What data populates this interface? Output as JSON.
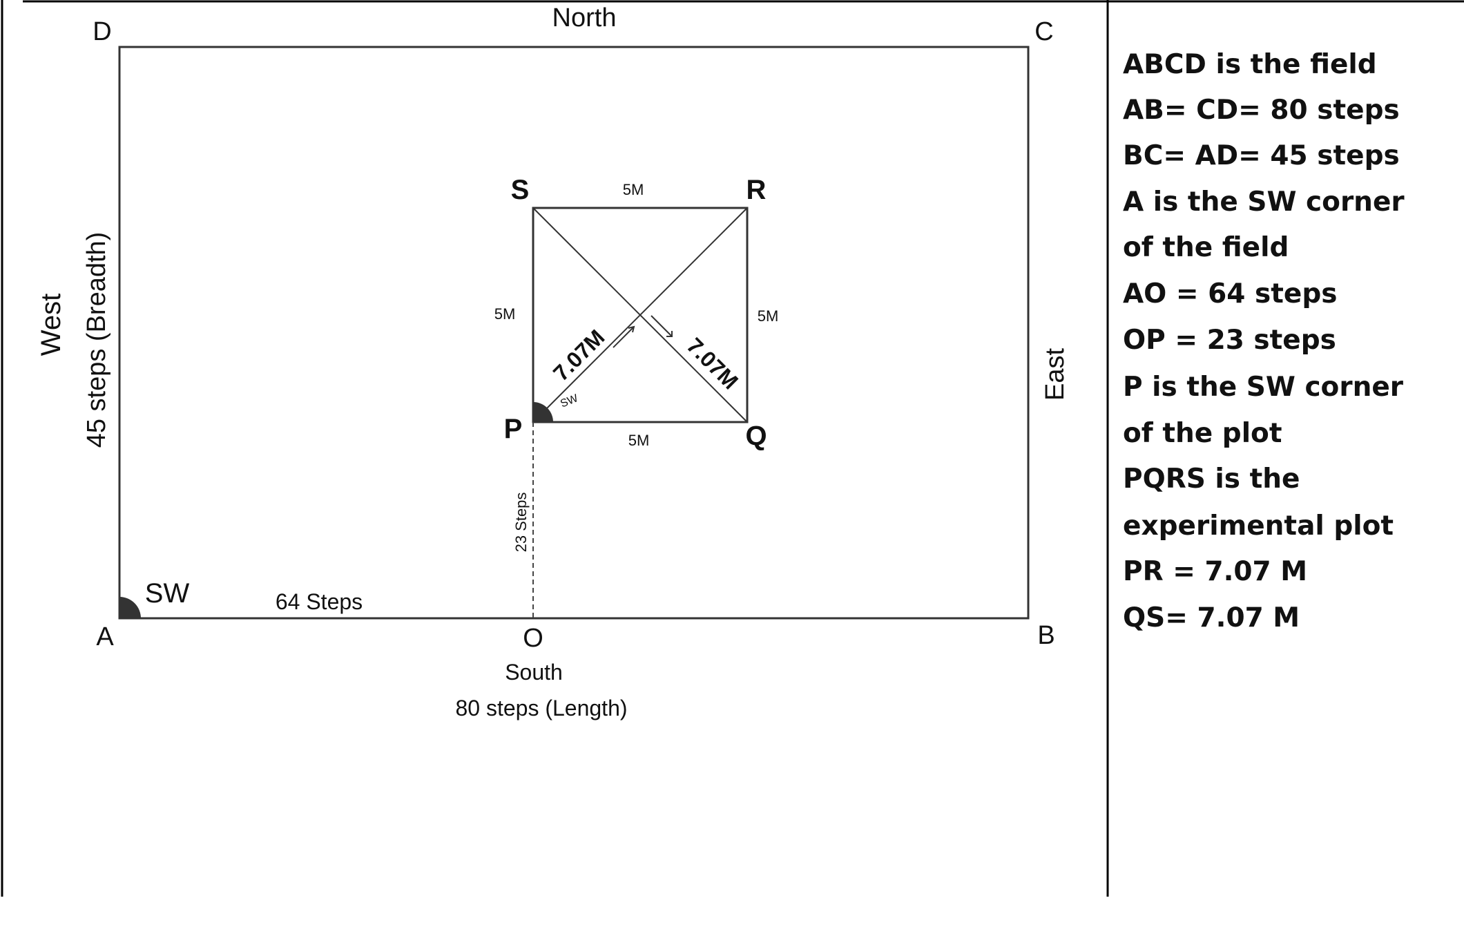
{
  "diagram": {
    "corners": {
      "a": "A",
      "b": "B",
      "c": "C",
      "d": "D"
    },
    "plot_corners": {
      "p": "P",
      "q": "Q",
      "r": "R",
      "s": "S"
    },
    "point_o": "O",
    "directions": {
      "north": "North",
      "south": "South",
      "east": "East",
      "west": "West"
    },
    "field_length_label": "80 steps (Length)",
    "field_breadth_label": "45  steps (Breadth)",
    "ao_label": "64 Steps",
    "op_label": "23 Steps",
    "sw_field_label": "SW",
    "sw_plot_label": "SW",
    "side_labels": {
      "top": "5M",
      "bottom": "5M",
      "left": "5M",
      "right": "5M"
    },
    "diagonal_labels": {
      "pr": "7.07M",
      "qs": "7.07M"
    }
  },
  "info_panel": {
    "lines": [
      "ABCD is the field",
      "AB= CD= 80 steps",
      "BC= AD= 45 steps",
      "A is the SW corner",
      "of the field",
      "AO = 64 steps",
      "OP = 23 steps",
      "P is the SW corner",
      "of the plot",
      "PQRS is the",
      "experimental plot",
      "PR = 7.07 M",
      "QS= 7.07 M"
    ]
  },
  "colors": {
    "stroke": "#333333",
    "text": "#111111",
    "sector": "#333333",
    "border": "#000000"
  }
}
